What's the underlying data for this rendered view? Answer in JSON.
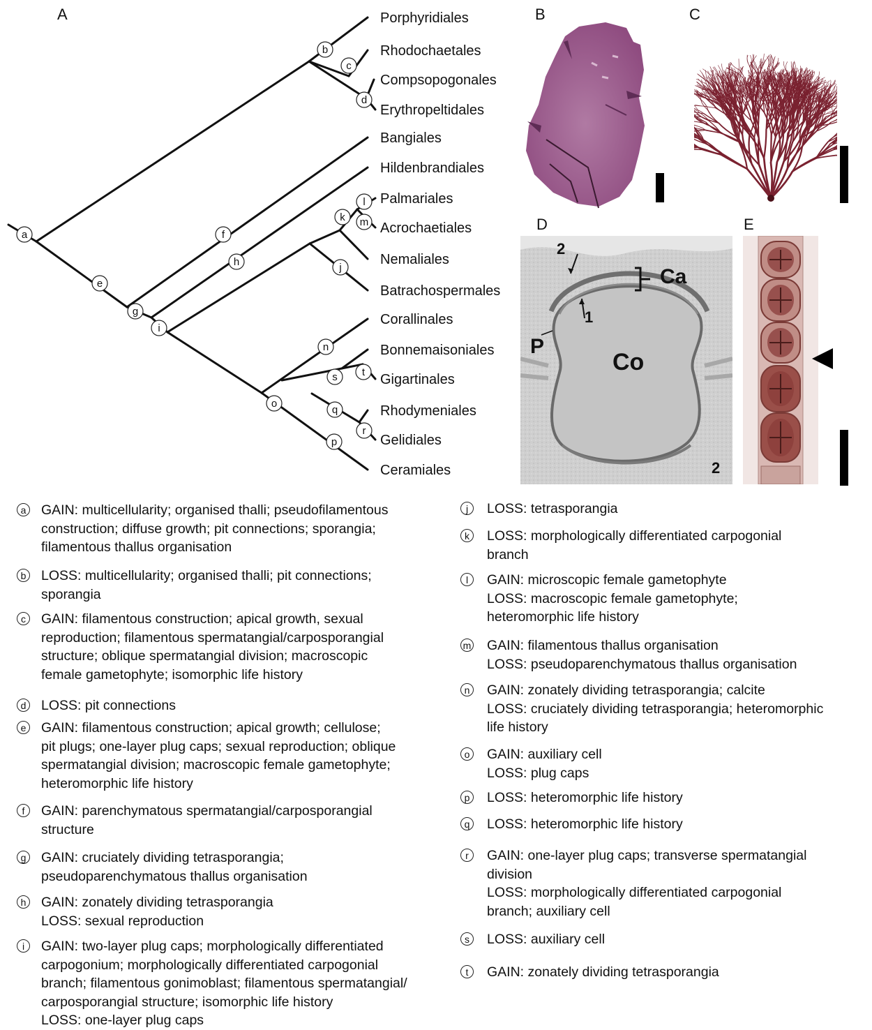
{
  "panel_A": {
    "label": "A",
    "taxa": [
      "Porphyridiales",
      "Rhodochaetales",
      "Compsopogonales",
      "Erythropeltidales",
      "Bangiales",
      "Hildenbrandiales",
      "Palmariales",
      "Acrochaetiales",
      "Nemaliales",
      "Batrachospermales",
      "Corallinales",
      "Bonnemaisoniales",
      "Gigartinales",
      "Rhodymeniales",
      "Gelidiales",
      "Ceramiales"
    ],
    "node_markers": [
      "a",
      "b",
      "c",
      "d",
      "e",
      "f",
      "g",
      "h",
      "i",
      "j",
      "k",
      "l",
      "m",
      "n",
      "o",
      "p",
      "q",
      "r",
      "s",
      "t"
    ]
  },
  "panel_B": {
    "label": "B"
  },
  "panel_C": {
    "label": "C"
  },
  "panel_D": {
    "label": "D",
    "labels": {
      "ca": "Ca",
      "co": "Co",
      "p": "P",
      "one": "1",
      "two": "2",
      "corner": "2"
    }
  },
  "panel_E": {
    "label": "E"
  },
  "colors": {
    "branch": "#111111",
    "panel_b_thallus": "#9c5a8c",
    "panel_c_thallus": "#7a2230",
    "panel_d_bg": "#cfcfcf",
    "panel_e_cells": "#8a3c3a"
  },
  "legend": [
    {
      "marker": "a",
      "lines": [
        "GAIN: multicellularity; organised thalli; pseudofilamentous",
        "construction; diffuse growth; pit connections; sporangia;",
        "filamentous thallus organisation"
      ]
    },
    {
      "marker": "b",
      "lines": [
        "LOSS: multicellularity; organised thalli; pit connections;",
        "sporangia"
      ]
    },
    {
      "marker": "c",
      "lines": [
        "GAIN: filamentous construction; apical growth, sexual",
        "reproduction; filamentous spermatangial/carposporangial",
        "structure; oblique spermatangial division; macroscopic",
        "female gametophyte; isomorphic life history"
      ]
    },
    {
      "marker": "d",
      "lines": [
        "LOSS: pit connections"
      ]
    },
    {
      "marker": "e",
      "lines": [
        "GAIN: filamentous construction; apical growth; cellulose;",
        "pit plugs; one-layer plug caps; sexual reproduction; oblique",
        "spermatangial division; macroscopic female gametophyte;",
        "heteromorphic life history"
      ]
    },
    {
      "marker": "f",
      "lines": [
        "GAIN: parenchymatous spermatangial/carposporangial",
        "structure"
      ]
    },
    {
      "marker": "g",
      "lines": [
        "GAIN: cruciately dividing tetrasporangia;",
        "pseudoparenchymatous thallus organisation"
      ]
    },
    {
      "marker": "h",
      "lines": [
        "GAIN: zonately dividing tetrasporangia",
        "LOSS: sexual reproduction"
      ]
    },
    {
      "marker": "i",
      "lines": [
        "GAIN: two-layer plug caps; morphologically differentiated",
        "carpogonium; morphologically differentiated carpogonial",
        "branch; filamentous gonimoblast; filamentous spermatangial/",
        "carposporangial structure; isomorphic life history",
        "LOSS: one-layer plug caps"
      ]
    },
    {
      "marker": "j",
      "lines": [
        "LOSS: tetrasporangia"
      ]
    },
    {
      "marker": "k",
      "lines": [
        "LOSS: morphologically differentiated carpogonial",
        "branch"
      ]
    },
    {
      "marker": "l",
      "lines": [
        "GAIN: microscopic female gametophyte",
        "LOSS: macroscopic female gametophyte;",
        "heteromorphic life history"
      ]
    },
    {
      "marker": "m",
      "lines": [
        "GAIN: filamentous thallus organisation",
        "LOSS: pseudoparenchymatous thallus organisation"
      ]
    },
    {
      "marker": "n",
      "lines": [
        "GAIN: zonately dividing tetrasporangia; calcite",
        "LOSS: cruciately dividing tetrasporangia; heteromorphic",
        "life history"
      ]
    },
    {
      "marker": "o",
      "lines": [
        "GAIN: auxiliary cell",
        "LOSS: plug caps"
      ]
    },
    {
      "marker": "p",
      "lines": [
        "LOSS: heteromorphic life history"
      ]
    },
    {
      "marker": "q",
      "lines": [
        "LOSS: heteromorphic life history"
      ]
    },
    {
      "marker": "r",
      "lines": [
        "GAIN: one-layer plug caps; transverse spermatangial",
        "division",
        "LOSS: morphologically differentiated carpogonial",
        "branch; auxiliary cell"
      ]
    },
    {
      "marker": "s",
      "lines": [
        "LOSS: auxiliary cell"
      ]
    },
    {
      "marker": "t",
      "lines": [
        "GAIN: zonately dividing tetrasporangia"
      ]
    }
  ]
}
